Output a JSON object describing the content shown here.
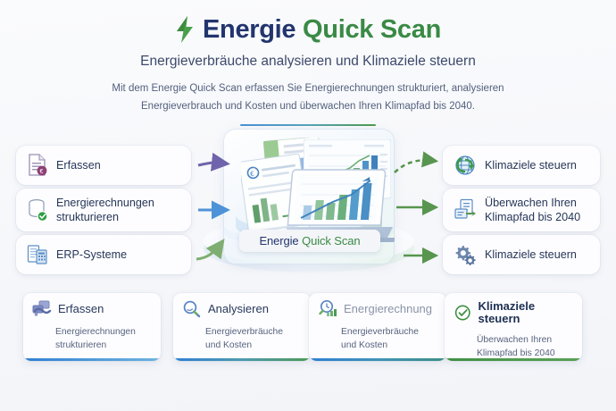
{
  "header": {
    "logo_icon": "lightning-bolt-icon",
    "title_primary": "Energie",
    "title_secondary": "Quick Scan",
    "subtitle": "Energieverbräuche analysieren und Klimaziele steuern",
    "lead_line1": "Mit dem Energie Quick Scan erfassen Sie Energierechnungen strukturiert, analysieren",
    "lead_line2": "Energieverbrauch und Kosten und überwachen Ihren Klimapfad bis 2040."
  },
  "center": {
    "label_primary": "Energie",
    "label_secondary": "Quick Scan",
    "illustration": "laptop-with-bar-chart-and-documents-on-pedestal"
  },
  "left_cards": [
    {
      "icon": "invoice-euro-icon",
      "label": "Erfassen"
    },
    {
      "icon": "database-check-icon",
      "label": "Energierechnungen\nstrukturieren",
      "line1": "Energierechnungen",
      "line2": "strukturieren"
    },
    {
      "icon": "erp-spreadsheet-icon",
      "label": "ERP-Systeme"
    }
  ],
  "right_cards": [
    {
      "icon": "globe-recycle-icon",
      "label": "Klimaziele steuern"
    },
    {
      "icon": "report-export-icon",
      "label": "Überwachen Ihren\nKlimapfad bis 2040",
      "line1": "Überwachen Ihren",
      "line2": "Klimapfad bis 2040"
    },
    {
      "icon": "gears-icon",
      "label": "Klimaziele steuern"
    }
  ],
  "bottom_cards": [
    {
      "icon": "scan-handshake-icon",
      "title": "Erfassen",
      "sub_line1": "Energierechnungen",
      "sub_line2": "strukturieren",
      "title_color": "#28385c",
      "bar": "blue"
    },
    {
      "icon": "magnifier-icon",
      "title": "Analysieren",
      "sub_line1": "Energieverbräuche",
      "sub_line2": "und Kosten",
      "title_color": "#28385c",
      "bar": "blue-green"
    },
    {
      "icon": "magnifier-chart-icon",
      "title": "Energierechnung",
      "sub_line1": "Energieverbräuche",
      "sub_line2": "und Kosten",
      "title_color": "#8a93a8",
      "bar": "blue-teal"
    },
    {
      "icon": "check-circle-icon",
      "title": "Klimaziele steuern",
      "sub_line1": "Überwachen Ihren",
      "sub_line2": "Klimapfad bis 2040",
      "title_color": "#1d2f52",
      "bar": "green"
    }
  ],
  "arrows": [
    {
      "name": "arrow-erfassen-to-center",
      "color": "#6f64ab",
      "style": "curved-solid"
    },
    {
      "name": "arrow-energierechnungen-to-center",
      "color": "#4e93d8",
      "style": "straight-solid"
    },
    {
      "name": "arrow-erp-to-center",
      "color": "#7fae72",
      "style": "curved-solid"
    },
    {
      "name": "arrow-center-to-klimaziele",
      "color": "#58954f",
      "style": "curved-dashed"
    },
    {
      "name": "arrow-center-to-ueberwachen",
      "color": "#58954f",
      "style": "straight-solid"
    },
    {
      "name": "arrow-center-to-klimaziele-2",
      "color": "#58954f",
      "style": "straight-solid"
    }
  ],
  "colors": {
    "brand_dark": "#22356e",
    "brand_green": "#3a8a45",
    "accent_blue": "#4e93d8",
    "accent_purple": "#6f64ab",
    "background": "#f7f8fb"
  }
}
